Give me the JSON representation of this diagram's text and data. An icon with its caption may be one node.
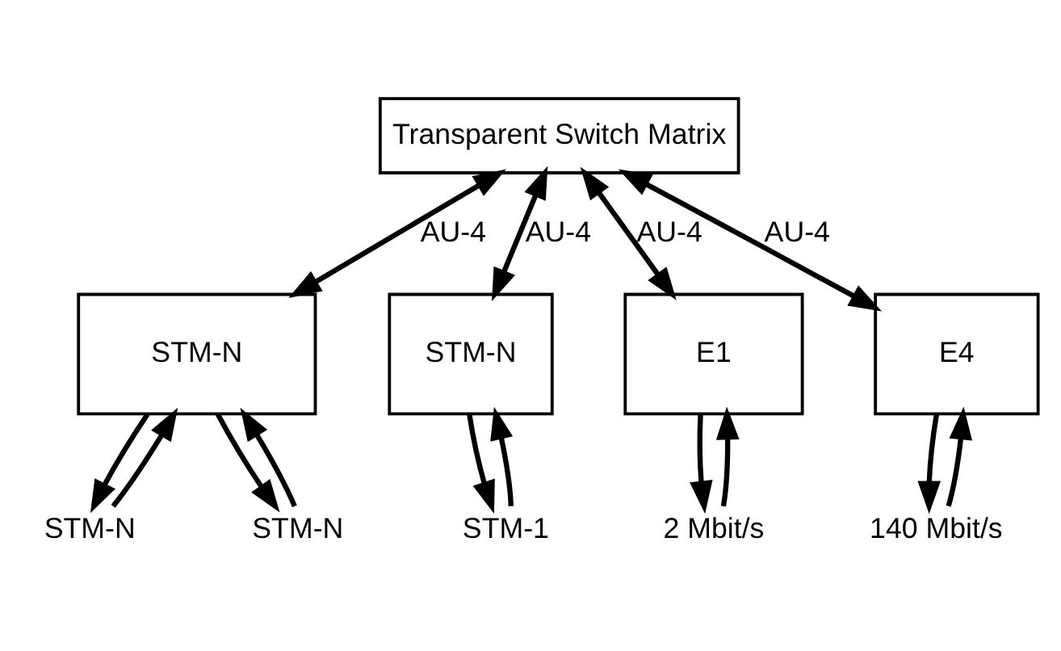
{
  "diagram": {
    "nodes": [
      {
        "text": [
          "Transparent Switch Matrix"
        ]
      },
      {
        "text": [
          "STM-N"
        ]
      },
      {
        "text": [
          "STM-N"
        ]
      },
      {
        "text": [
          "E1"
        ]
      },
      {
        "text": [
          "E4"
        ]
      },
      {
        "text": [
          "STM-N"
        ]
      },
      {
        "text": [
          "STM-N"
        ]
      },
      {
        "text": [
          "STM-1"
        ]
      },
      {
        "text": [
          "2 Mbit/s"
        ]
      },
      {
        "text": [
          "140 Mbit/s"
        ]
      }
    ],
    "edges": [
      {
        "from": 0,
        "to": 1,
        "arrow": "both",
        "label": "AU-4"
      },
      {
        "from": 0,
        "to": 2,
        "arrow": "both",
        "label": "AU-4"
      },
      {
        "from": 0,
        "to": 3,
        "arrow": "both",
        "label": "AU-4"
      },
      {
        "from": 0,
        "to": 4,
        "arrow": "both",
        "label": "AU-4"
      },
      {
        "from": 5,
        "to": 1,
        "arrow": "to"
      },
      {
        "from": 1,
        "to": 5,
        "arrow": "to"
      },
      {
        "from": 6,
        "to": 1,
        "arrow": "to"
      },
      {
        "from": 1,
        "to": 6,
        "arrow": "to"
      },
      {
        "from": 7,
        "to": 2,
        "arrow": "to"
      },
      {
        "from": 2,
        "to": 7,
        "arrow": "to"
      },
      {
        "from": 8,
        "to": 3,
        "arrow": "to"
      },
      {
        "from": 3,
        "to": 8,
        "arrow": "to"
      },
      {
        "from": 9,
        "to": 4,
        "arrow": "to"
      },
      {
        "from": 4,
        "to": 9,
        "arrow": "to"
      }
    ]
  }
}
